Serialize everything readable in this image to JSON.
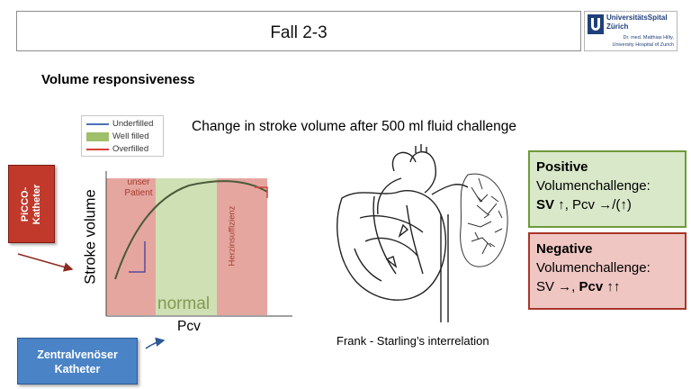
{
  "header": {
    "title": "Fall 2-3"
  },
  "logo": {
    "line1": "UniversitätsSpital",
    "line2": "Zürich",
    "line3": "Dr. med. Matthias Hilty,",
    "line4": "University Hospital of Zurich",
    "color": "#1f3f7a"
  },
  "section_heading": "Volume responsiveness",
  "subtitle": "Change in stroke volume after 500 ml fluid challenge",
  "legend": {
    "items": [
      {
        "label": "Underfilled",
        "color": "#4a72b5"
      },
      {
        "label": "Well filled",
        "color": "#9fbf6a"
      },
      {
        "label": "Overfilled",
        "color": "#d9403a"
      }
    ]
  },
  "callouts": {
    "picco": {
      "line1": "PiCCO-",
      "line2": "Katheter",
      "color": "#c0392b"
    },
    "zvk": {
      "line1": "Zentralvenöser",
      "line2": "Katheter",
      "color": "#4a83c6"
    }
  },
  "plot": {
    "ylabel": "Stroke volume",
    "xlabel": "Pcv",
    "zone_left_label_1": "unser",
    "zone_left_label_2": "Patient",
    "zone_mid_label": "normal",
    "zone_right_label": "Herzinsuffizienz",
    "colors": {
      "underfilled_zone": "#e5a6a0",
      "wellfilled_zone": "#cfe0b4",
      "overfilled_zone": "#e5a6a0",
      "curve": "#4a5a3a"
    }
  },
  "heart_caption": "Frank - Starling’s interrelation",
  "positive": {
    "title": "Positive",
    "line2": "Volumenchallenge:",
    "sv": "SV ↑",
    "rest": ", Pcv →/(↑)",
    "color": "#6e9b3a"
  },
  "negative": {
    "title": "Negative",
    "line2": "Volumenchallenge:",
    "sv": "SV →, ",
    "rest": "Pcv ↑↑",
    "color": "#a8362a"
  }
}
